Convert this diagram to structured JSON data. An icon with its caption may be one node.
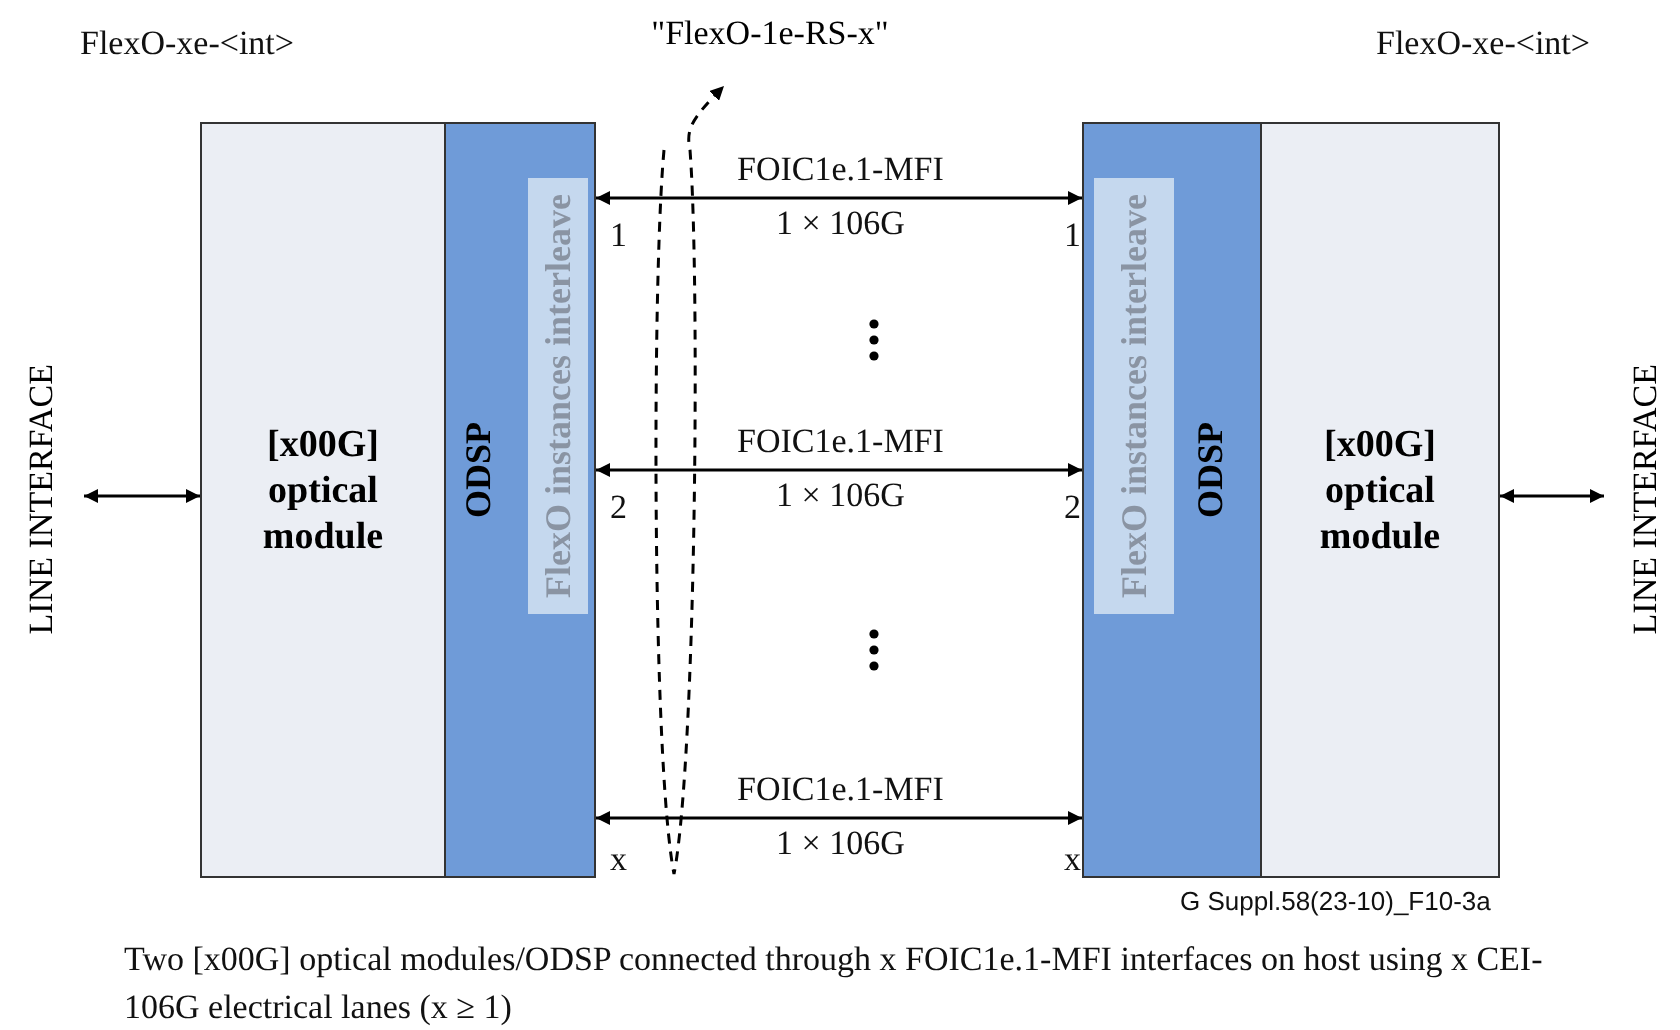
{
  "diagram": {
    "nodes": [
      {
        "text": [
          "[x00G] optical module"
        ]
      },
      {
        "text": [
          "ODSP"
        ]
      },
      {
        "text": [
          "FlexO instances interleave"
        ],
        "in": 1
      },
      {
        "text": [
          "ODSP"
        ]
      },
      {
        "text": [
          "FlexO instances interleave"
        ],
        "in": 3
      },
      {
        "text": [
          "[x00G] optical module"
        ]
      },
      {
        "text": [
          "LINE INTERFACE"
        ]
      },
      {
        "text": [
          "LINE INTERFACE"
        ]
      },
      {
        "text": [
          "\"FlexO-1e-RS-x\""
        ]
      }
    ],
    "edges": [
      {
        "from": 6,
        "to": 0,
        "arrow": "both"
      },
      {
        "from": 5,
        "to": 7,
        "arrow": "both"
      },
      {
        "from": 1,
        "to": 3,
        "arrow": "both",
        "label": "FOIC1e.1-MFI"
      },
      {
        "from": 1,
        "to": 3,
        "arrow": "both",
        "label": "FOIC1e.1-MFI"
      },
      {
        "from": 1,
        "to": 3,
        "arrow": "both",
        "label": "FOIC1e.1-MFI"
      },
      {
        "from": null,
        "to": 8,
        "arrow": "to",
        "style": "dashed"
      }
    ],
    "labels": [
      "FlexO-xe-<int>",
      "FlexO-xe-<int>",
      "1 × 106G",
      "1",
      "1",
      "1 × 106G",
      "2",
      "2",
      "1 × 106G",
      "x",
      "x",
      "G Suppl.58(23-10)_F10-3a"
    ],
    "caption": "Two [x00G] optical modules/ODSP connected through x FOIC1e.1-MFI interfaces on host using x CEI-106G electrical lanes (x ≥ 1)"
  }
}
